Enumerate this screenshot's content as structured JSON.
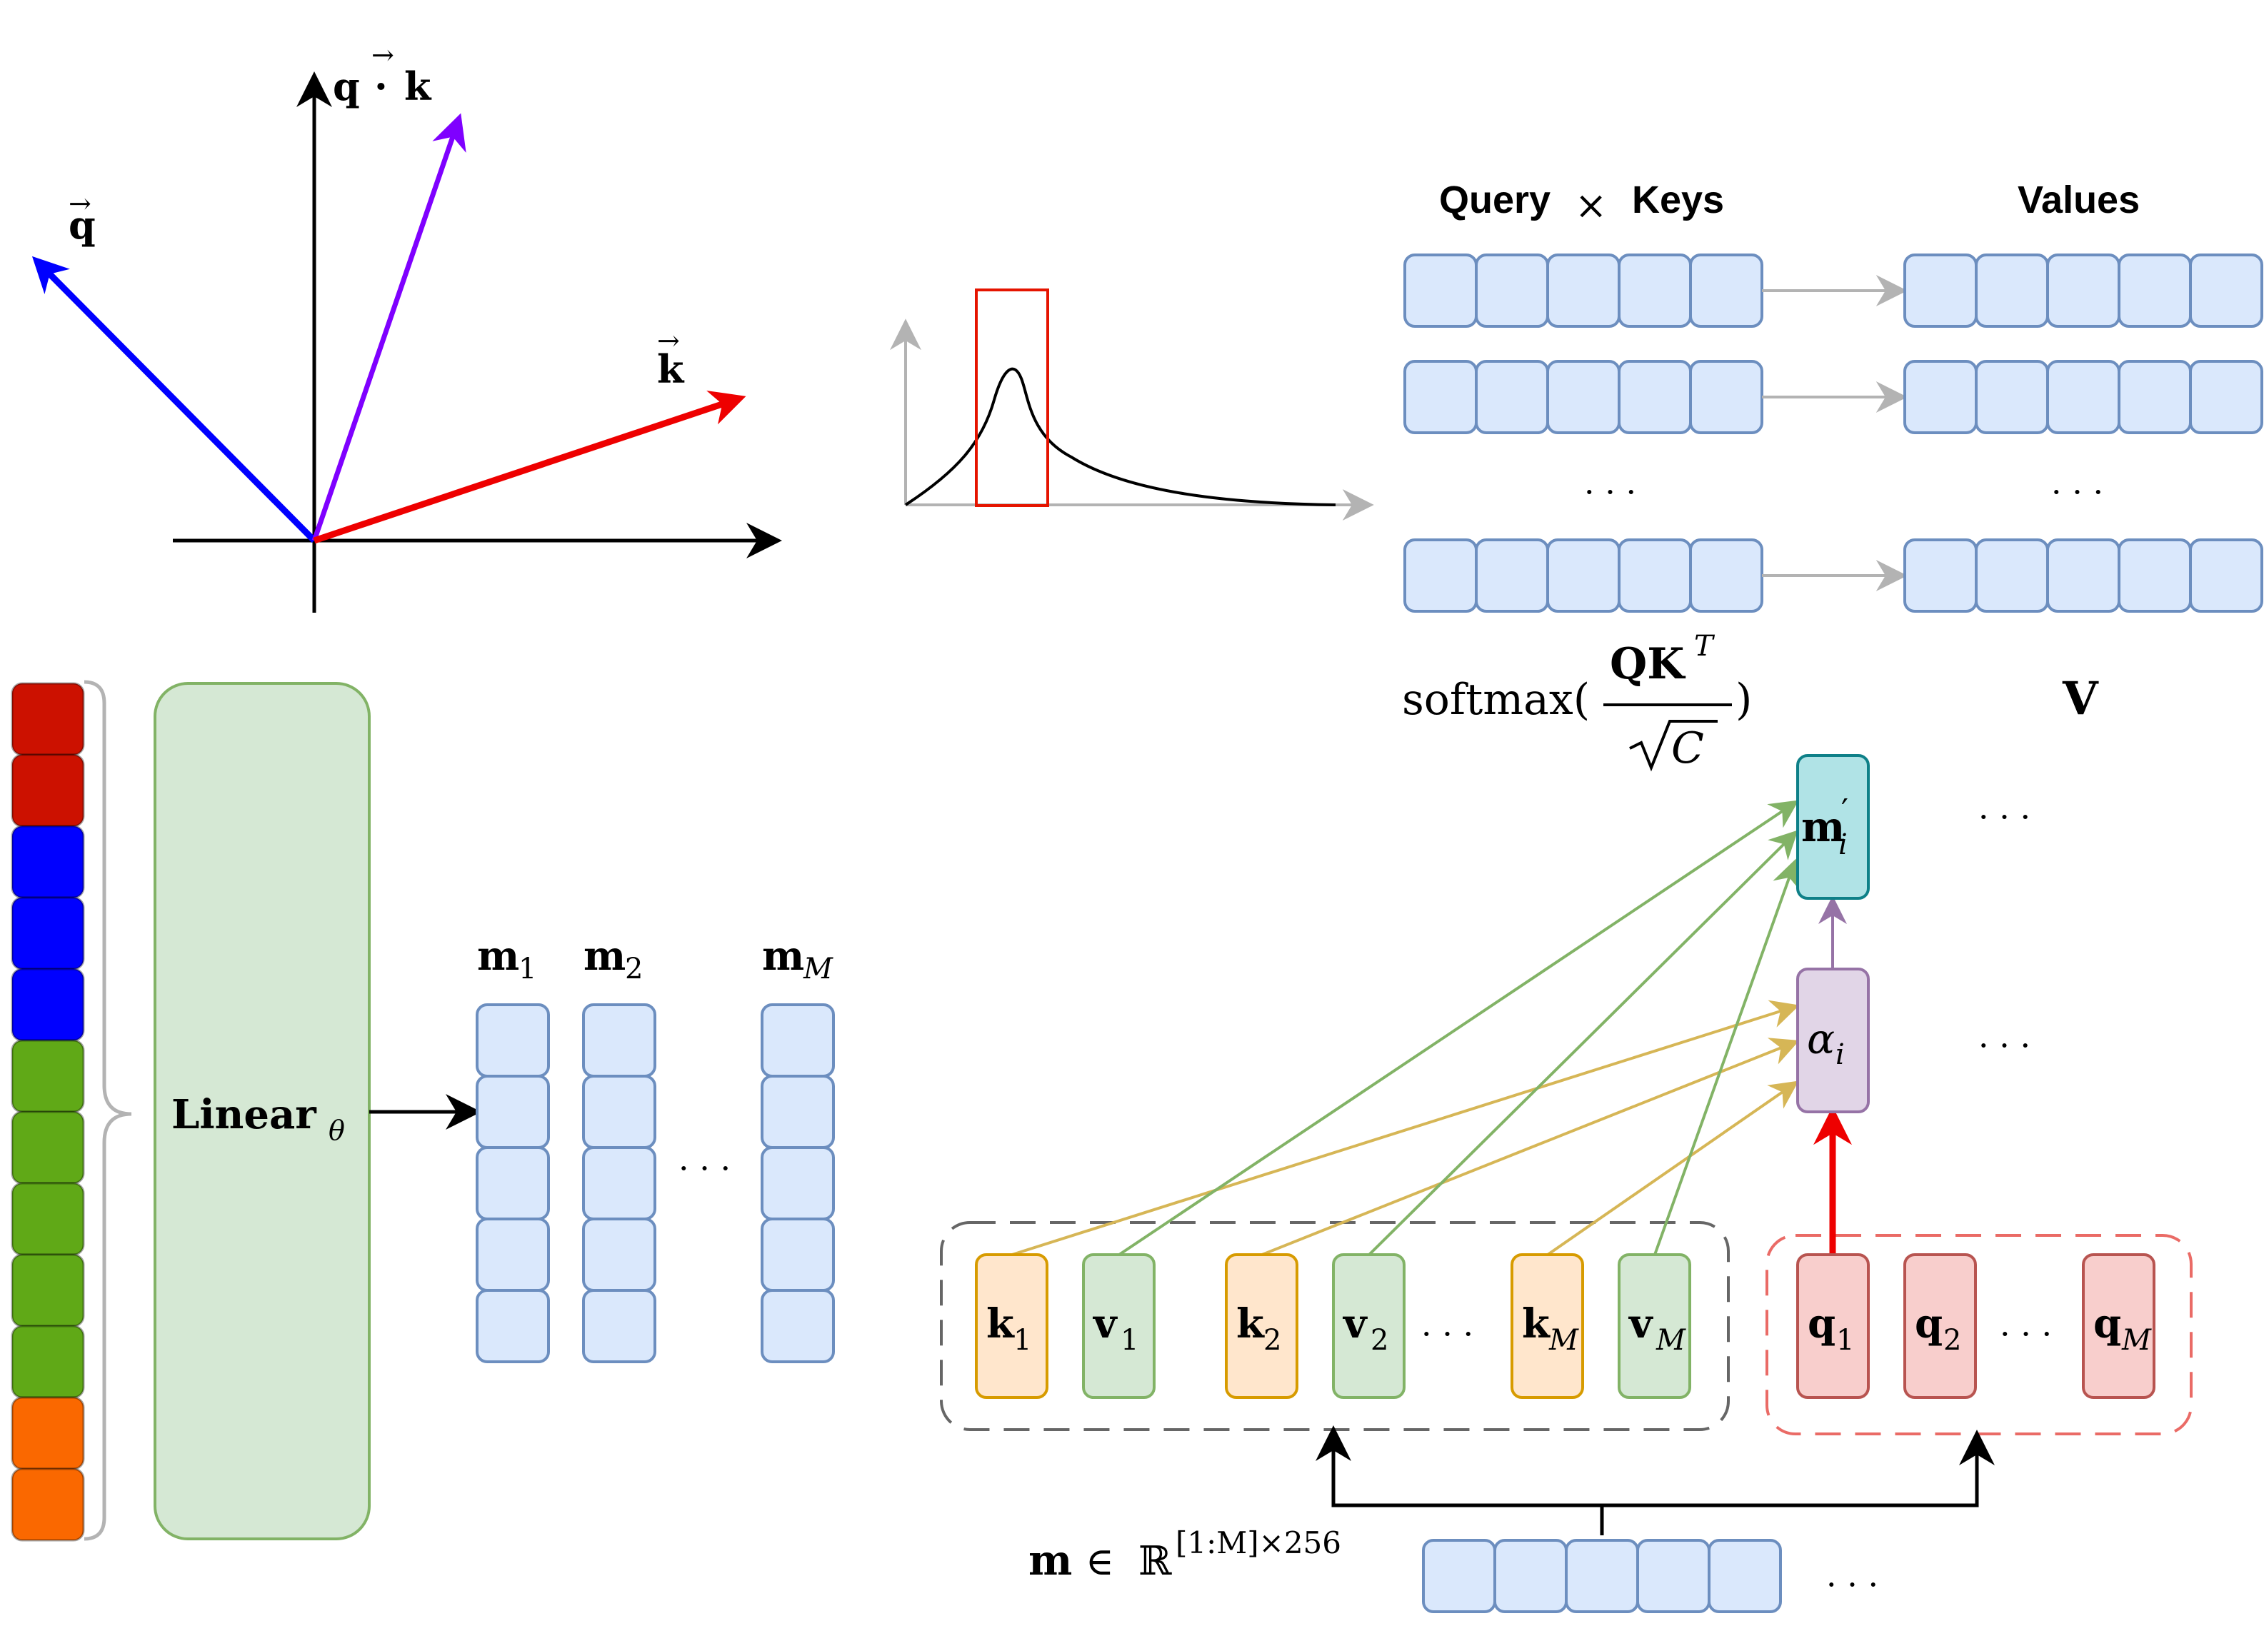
{
  "vectors": {
    "q_label": "q",
    "k_label": "k",
    "dot_q": "q",
    "dot_op": "·",
    "dot_k": "k"
  },
  "attention_map": {
    "header_query": "Query",
    "header_times": "×",
    "header_keys": "Keys",
    "header_values": "Values",
    "ellipsis_keys": "· · ·",
    "ellipsis_values": "· · ·",
    "softmax_text": "softmax(",
    "softmax_num": "QK",
    "softmax_num_sup": "T",
    "softmax_den": "C",
    "softmax_close": ")",
    "v_label": "V"
  },
  "embedding": {
    "linear_label": "Linear",
    "linear_sub": "θ",
    "token_labels": [
      {
        "name": "m",
        "sub": "1"
      },
      {
        "name": "m",
        "sub": "2"
      },
      {
        "name": "m",
        "sub": "M"
      }
    ],
    "ellipsis": "· · ·",
    "stack_colors": [
      "#cc1100",
      "#cc1100",
      "#0000ff",
      "#0000ff",
      "#0000ff",
      "#60a917",
      "#60a917",
      "#60a917",
      "#60a917",
      "#60a917",
      "#fa6800",
      "#fa6800"
    ]
  },
  "kv_block": {
    "items": [
      {
        "kind": "k",
        "name": "k",
        "sub": "1"
      },
      {
        "kind": "v",
        "name": "v",
        "sub": "1"
      },
      {
        "kind": "k",
        "name": "k",
        "sub": "2"
      },
      {
        "kind": "v",
        "name": "v",
        "sub": "2"
      },
      {
        "kind": "k",
        "name": "k",
        "sub": "M"
      },
      {
        "kind": "v",
        "name": "v",
        "sub": "M"
      }
    ],
    "ellipsis": "· · ·"
  },
  "q_block": {
    "items": [
      {
        "name": "q",
        "sub": "1"
      },
      {
        "name": "q",
        "sub": "2"
      },
      {
        "name": "q",
        "sub": "M"
      }
    ],
    "ellipsis": "· · ·"
  },
  "attention_nodes": {
    "alpha_label": "α",
    "alpha_sub": "i",
    "mprime_label": "m",
    "mprime_sup": "′",
    "mprime_sub": "i",
    "ellipsis_alpha": "· · ·",
    "ellipsis_mprime": "· · ·"
  },
  "memory": {
    "m_label": "m",
    "in_symbol": "∈",
    "real_symbol": "ℝ",
    "dims": "[1:M]×256",
    "ellipsis": "· · ·"
  },
  "colors": {
    "cell_fill": "#dae8fc",
    "cell_stroke": "#6c8ebf",
    "k_fill": "#ffe6cc",
    "k_stroke": "#d79b00",
    "v_fill": "#d5e8d4",
    "v_stroke": "#82b366",
    "q_fill": "#f8cecc",
    "q_stroke": "#b85450",
    "alpha_fill": "#e1d5e7",
    "alpha_stroke": "#9673a6",
    "mprime_fill": "#b0e3e6",
    "mprime_stroke": "#0e8088",
    "linear_fill": "#d5e8d4",
    "linear_stroke": "#82b366",
    "q_vector": "#0000ff",
    "k_vector": "#ee0000",
    "qk_vector": "#7f00ff",
    "gold_line": "#d6b656",
    "green_line": "#82b366"
  }
}
